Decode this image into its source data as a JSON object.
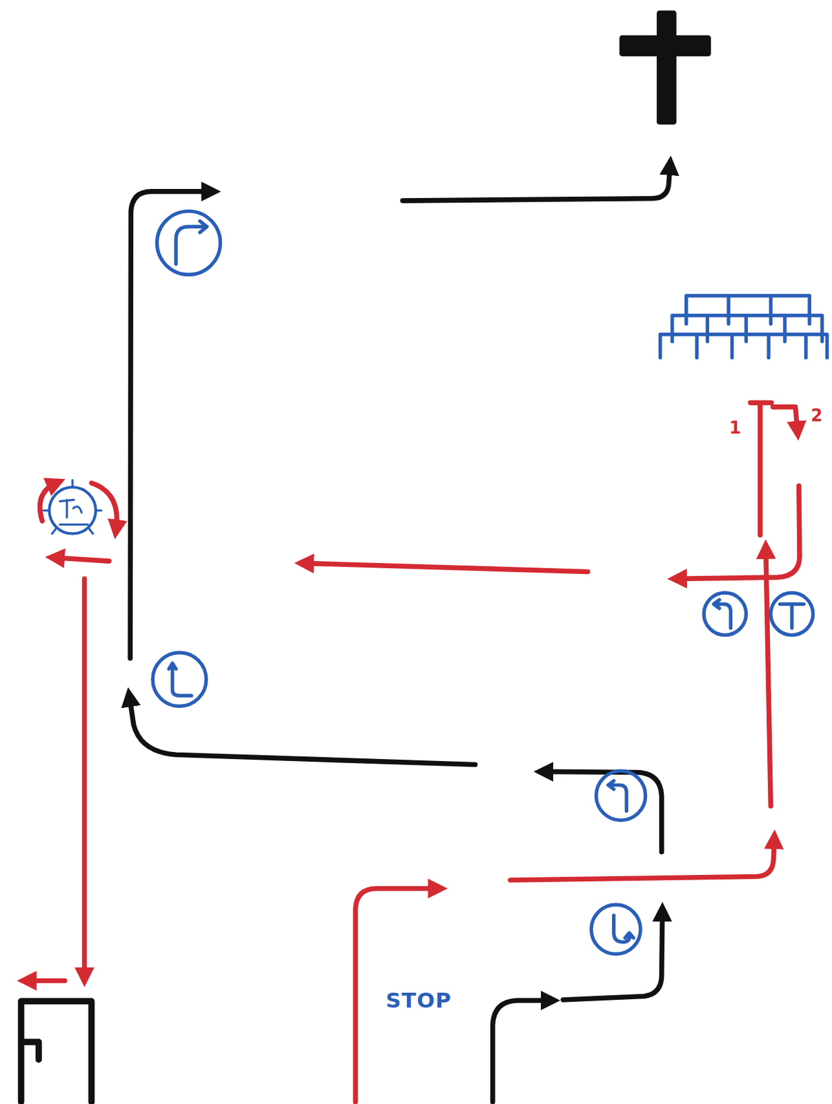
{
  "diagram": {
    "labels": [
      "STOP",
      "1",
      "2"
    ]
  }
}
